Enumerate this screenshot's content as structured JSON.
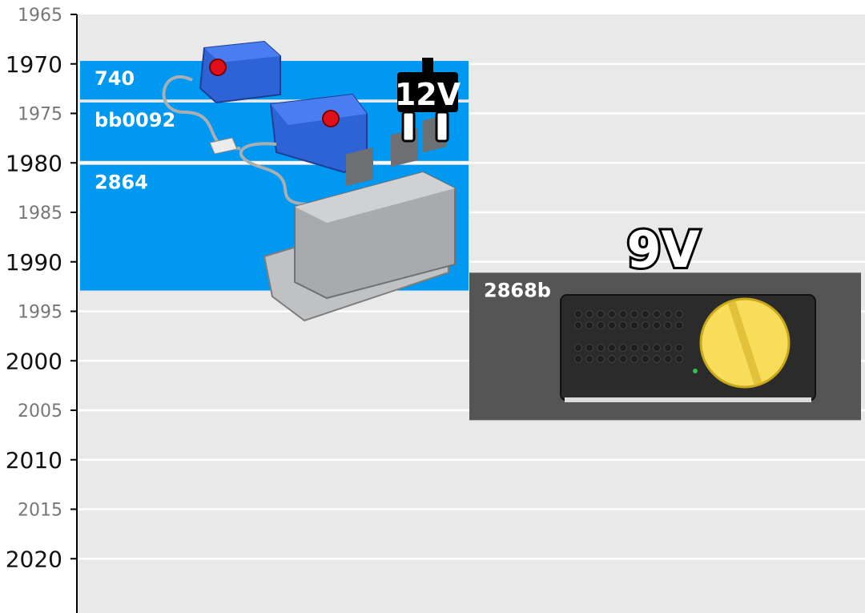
{
  "chart_data": {
    "type": "bar",
    "orientation": "timeline-vertical",
    "y_axis": {
      "ticks": [
        {
          "label": "1965",
          "value": 1965,
          "major": false
        },
        {
          "label": "1970",
          "value": 1970,
          "major": true
        },
        {
          "label": "1975",
          "value": 1975,
          "major": false
        },
        {
          "label": "1980",
          "value": 1980,
          "major": true
        },
        {
          "label": "1985",
          "value": 1985,
          "major": false
        },
        {
          "label": "1990",
          "value": 1990,
          "major": true
        },
        {
          "label": "1995",
          "value": 1995,
          "major": false
        },
        {
          "label": "2000",
          "value": 2000,
          "major": true
        },
        {
          "label": "2005",
          "value": 2005,
          "major": false
        },
        {
          "label": "2010",
          "value": 2010,
          "major": true
        },
        {
          "label": "2015",
          "value": 2015,
          "major": false
        },
        {
          "label": "2020",
          "value": 2020,
          "major": true
        }
      ],
      "ylim": [
        1965,
        2024
      ],
      "inverted": true
    },
    "grid": true,
    "groups": [
      {
        "name": "12V",
        "column": 0,
        "color": "#0098f0"
      },
      {
        "name": "9V",
        "column": 1,
        "color": "#555555"
      }
    ],
    "bars": [
      {
        "label": "740",
        "group": "12V",
        "start": 1969.7,
        "end": 1973.6
      },
      {
        "label": "bb0092",
        "group": "12V",
        "start": 1973.9,
        "end": 1979.8
      },
      {
        "label": "2864",
        "group": "12V",
        "start": 1980.2,
        "end": 1992.9
      },
      {
        "label": "2868b",
        "group": "9V",
        "start": 1991.1,
        "end": 2006.0
      }
    ],
    "colors": {
      "background": "#e9e9e9",
      "grid": "#ffffff",
      "axis": "#000000",
      "major_tick": "#111111",
      "minor_tick": "#777777",
      "bar_label": "#ffffff"
    },
    "icons": [
      "power-plug-icon",
      "transformer-photo-icon",
      "battery-box-photo-icon",
      "speed-regulator-photo-icon"
    ]
  }
}
